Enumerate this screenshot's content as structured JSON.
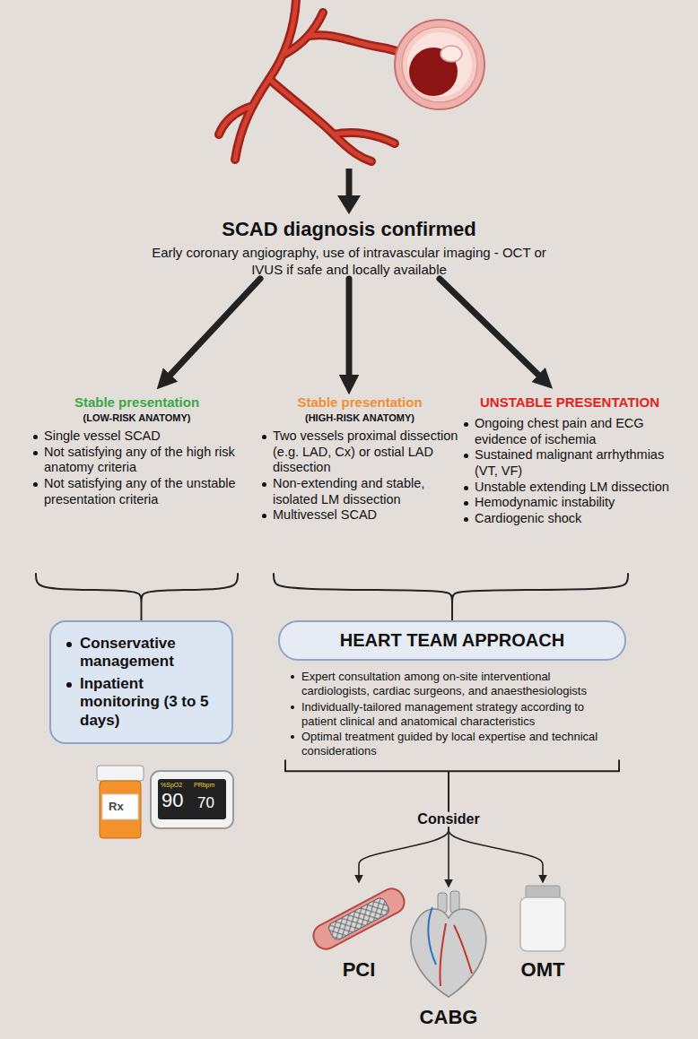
{
  "diagram": {
    "nodes": [
      {
        "text": [
          "SCAD diagnosis confirmed",
          "Early coronary angiography, use of intravascular imaging - OCT or IVUS if safe and locally available"
        ]
      },
      {
        "text": [
          "Stable presentation",
          "(LOW-RISK ANATOMY)",
          "Single vessel SCAD",
          "Not satisfying any of the high risk anatomy criteria",
          "Not satisfying any of the unstable presentation criteria"
        ]
      },
      {
        "text": [
          "Stable presentation",
          "(HIGH-RISK ANATOMY)",
          "Two vessels proximal dissection (e.g. LAD, Cx) or ostial LAD dissection",
          "Non-extending and stable, isolated LM dissection",
          "Multivessel SCAD"
        ]
      },
      {
        "text": [
          "UNSTABLE PRESENTATION",
          "Ongoing chest pain and ECG evidence of ischemia",
          "Sustained malignant arrhythmias (VT, VF)",
          "Unstable extending LM dissection",
          "Hemodynamic instability",
          "Cardiogenic shock"
        ]
      },
      {
        "text": [
          "Conservative management",
          "Inpatient monitoring (3 to 5 days)"
        ]
      },
      {
        "text": [
          "HEART TEAM APPROACH",
          "Expert consultation among on-site interventional cardiologists, cardiac surgeons, and anaesthesiologists",
          "Individually-tailored management strategy according to patient clinical and anatomical characteristics",
          "Optimal treatment guided by local expertise and technical considerations"
        ]
      },
      {
        "text": [
          "Consider"
        ]
      },
      {
        "text": [
          "PCI"
        ]
      },
      {
        "text": [
          "CABG"
        ]
      },
      {
        "text": [
          "OMT"
        ]
      }
    ],
    "edges": [
      {
        "from": 0,
        "to": 1,
        "arrow": "to"
      },
      {
        "from": 0,
        "to": 2,
        "arrow": "to"
      },
      {
        "from": 0,
        "to": 3,
        "arrow": "to"
      },
      {
        "from": 1,
        "to": 4,
        "arrow": "none"
      },
      {
        "from": 2,
        "to": 5,
        "arrow": "none"
      },
      {
        "from": 3,
        "to": 5,
        "arrow": "none"
      },
      {
        "from": 5,
        "to": 6,
        "arrow": "none"
      },
      {
        "from": 6,
        "to": 7,
        "arrow": "to"
      },
      {
        "from": 6,
        "to": 8,
        "arrow": "to"
      },
      {
        "from": 6,
        "to": 9,
        "arrow": "to"
      }
    ],
    "labels": [
      "Rx",
      "%SpO2",
      "PRbpm",
      "90",
      "70"
    ]
  }
}
